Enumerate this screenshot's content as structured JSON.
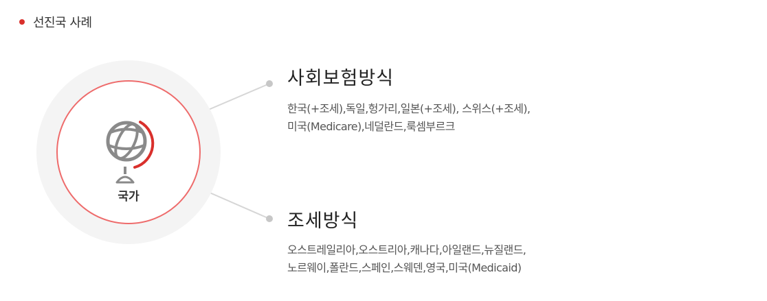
{
  "header": {
    "title": "선진국 사례"
  },
  "center": {
    "label": "국가",
    "icon": "globe-icon"
  },
  "branches": [
    {
      "title": "사회보험방식",
      "lines": [
        "한국(+조세),독일,헝가리,일본(+조세), 스위스(+조세),",
        "미국(Medicare),네덜란드,룩셈부르크"
      ]
    },
    {
      "title": "조세방식",
      "lines": [
        "오스트레일리아,오스트리아,캐나다,아일랜드,뉴질랜드,",
        "노르웨이,폴란드,스페인,스웨덴,영국,미국(Medicaid)"
      ]
    }
  ],
  "colors": {
    "accent": "#d9302c",
    "ring": "#ee6b6b",
    "halo": "#f4f4f4",
    "connector": "#d6d6d6",
    "globe": "#8a8a8a"
  }
}
